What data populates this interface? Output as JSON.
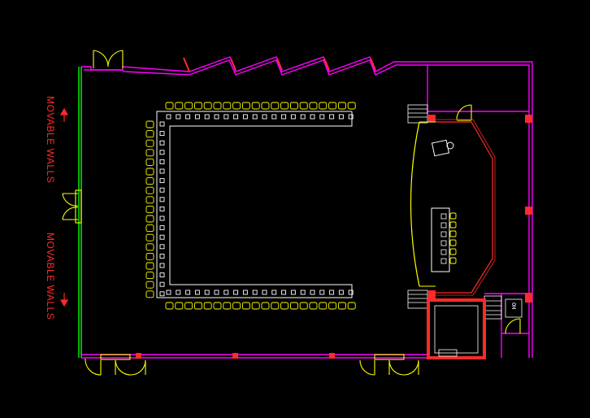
{
  "labels": {
    "movable_walls_top": "MOVABLE WALLS",
    "movable_walls_bottom": "MOVABLE WALLS",
    "service_room": "OH"
  },
  "colors": {
    "background": "#000000",
    "wall": "#ff00ff",
    "seat": "#ffff00",
    "table": "#ffffff",
    "door": "#ffff00",
    "column": "#ff2a2a",
    "partition": "#00ff00",
    "label": "#ff2a2a"
  },
  "icons": [
    "door-swing-icon",
    "seat-icon",
    "column-icon",
    "arrow-up-icon",
    "arrow-down-icon"
  ]
}
